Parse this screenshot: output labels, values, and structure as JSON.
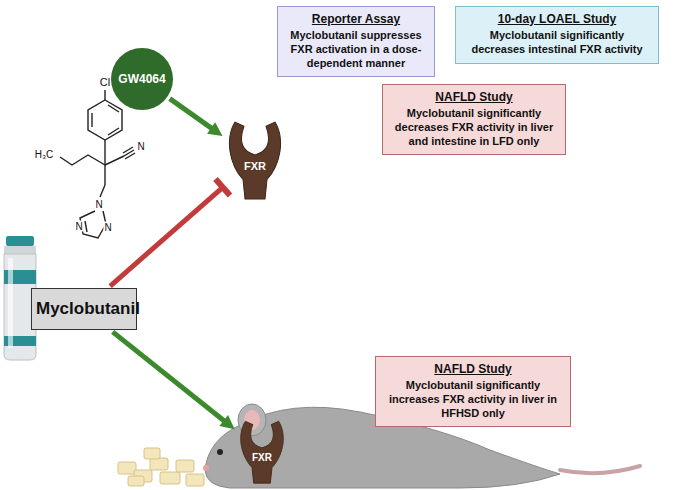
{
  "diagram": {
    "nodes": [
      {
        "text": [
          "Reporter Assay",
          "Myclobutanil suppresses FXR activation in a dose-dependent manner"
        ]
      },
      {
        "text": [
          "10-day LOAEL Study",
          "Myclobutanil significantly decreases intestinal FXR activity"
        ]
      },
      {
        "text": [
          "GW4064"
        ]
      },
      {
        "text": [
          "NAFLD Study",
          "Myclobutanil significantly decreases FXR activity in liver and intestine in LFD only"
        ]
      },
      {
        "text": [
          "FXR"
        ]
      },
      {
        "text": [
          "Myclobutanil"
        ]
      },
      {
        "text": [
          "NAFLD Study",
          "Myclobutanil significantly increases FXR activity in liver in HFHSD only"
        ]
      },
      {
        "text": [
          "FXR"
        ]
      }
    ],
    "edges": [
      {
        "from": 2,
        "to": 4,
        "arrow": "to"
      },
      {
        "from": 5,
        "to": 4,
        "arrow": "to"
      },
      {
        "from": 5,
        "to": 7,
        "arrow": "to"
      }
    ],
    "labels": [
      "Cl",
      "H₃C",
      "N",
      "N",
      "N",
      "N"
    ]
  }
}
